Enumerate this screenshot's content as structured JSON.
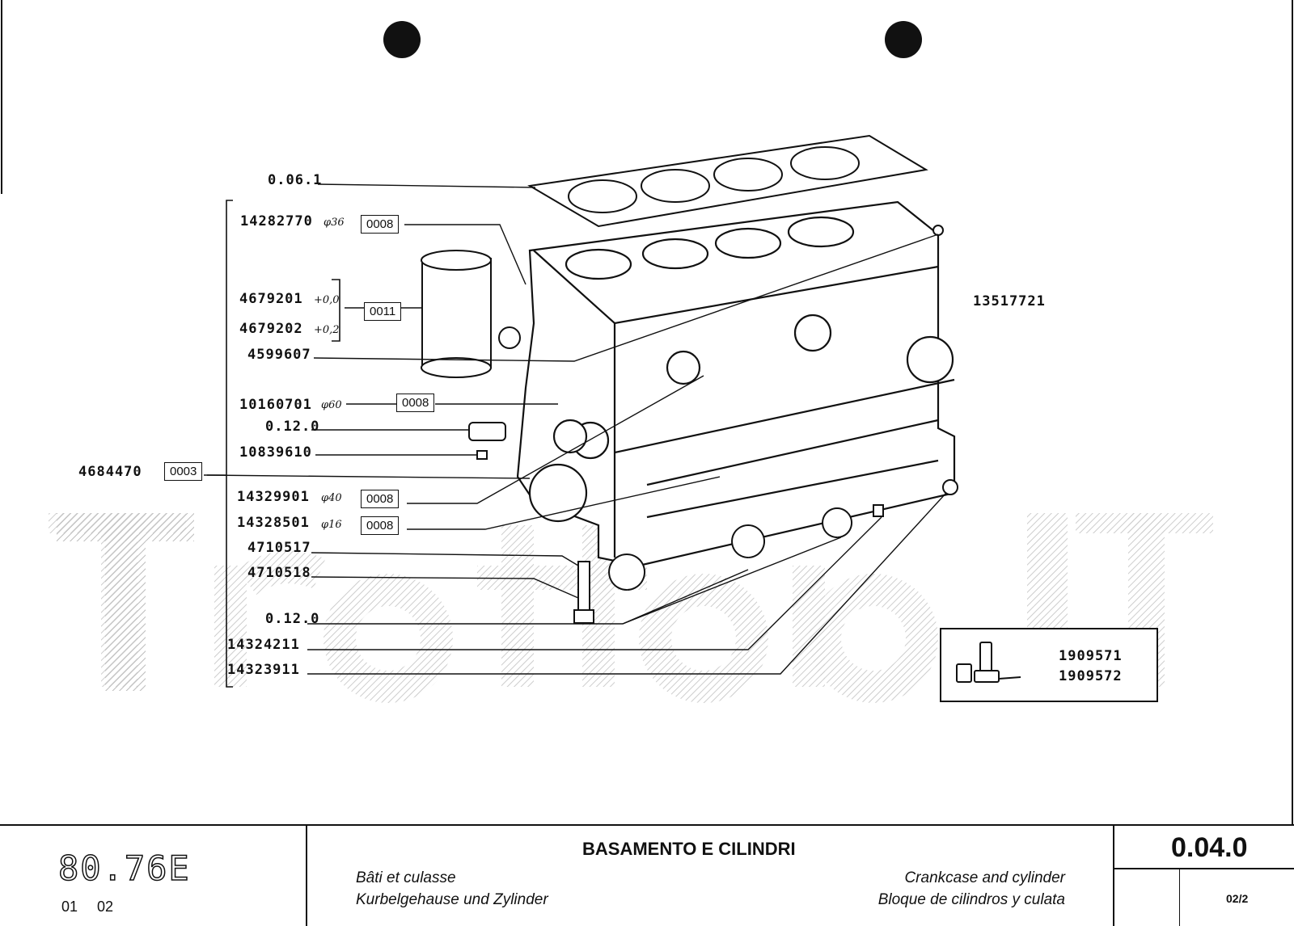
{
  "leader_labels": {
    "gasket": "0.06.1",
    "lbl_14282770": "14282770",
    "lbl_4679201": "4679201",
    "lbl_4679202": "4679202",
    "lbl_4599607": "4599607",
    "lbl_10160701": "10160701",
    "lbl_0120_top": "0.12.0",
    "lbl_10839610": "10839610",
    "lbl_4684470": "4684470",
    "lbl_14329901": "14329901",
    "lbl_14328501": "14328501",
    "lbl_4710517": "4710517",
    "lbl_4710518": "4710518",
    "lbl_0120_bot": "0.12.0",
    "lbl_14324211": "14324211",
    "lbl_14323911": "14323911",
    "lbl_13517721": "13517721"
  },
  "specs": {
    "d36": "φ36",
    "plus00": "+0,0",
    "plus02": "+0,2",
    "d60": "φ60",
    "d40": "φ40",
    "d16": "φ16"
  },
  "quantity_boxes": {
    "b1": "0008",
    "b2": "0011",
    "b3": "0008",
    "b4": "0003",
    "b5": "0008",
    "b6": "0008"
  },
  "inset": {
    "code1": "1909571",
    "code2": "1909572"
  },
  "watermark": [
    "T",
    "r",
    "a",
    "t",
    "t",
    "o",
    "r",
    "e",
    "i",
    "T"
  ],
  "footer": {
    "model": "80.76E",
    "issue_a": "01",
    "issue_b": "02",
    "title_it": "BASAMENTO E CILINDRI",
    "title_fr": "Bâti et culasse",
    "title_de": "Kurbelgehause und Zylinder",
    "title_en": "Crankcase and cylinder",
    "title_es": "Bloque de cilindros y culata",
    "section": "0.04.0",
    "page": "02/2"
  }
}
